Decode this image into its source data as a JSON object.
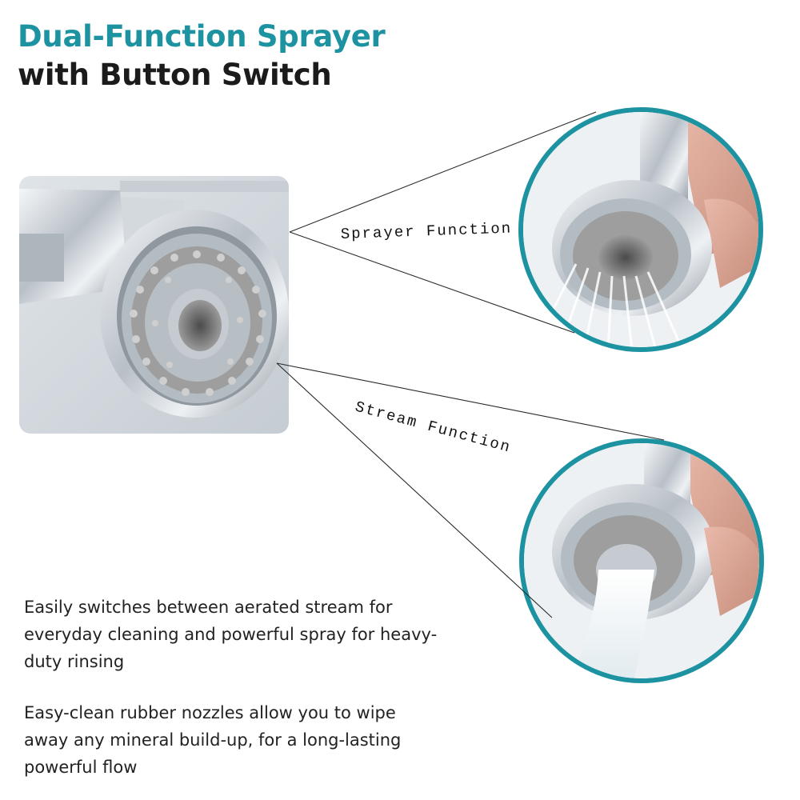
{
  "headline": {
    "line1": "Dual-Function Sprayer",
    "line2": "with Button Switch"
  },
  "callouts": {
    "sprayer": "Sprayer Function",
    "stream": "Stream Function"
  },
  "description": {
    "paragraph1": "Easily switches between aerated stream for everyday cleaning and powerful spray for heavy-duty rinsing",
    "paragraph2": "Easy-clean rubber nozzles allow you to wipe away any mineral build-up, for a long-lasting powerful flow"
  },
  "colors": {
    "accent": "#1d93a2",
    "chrome": "#c9ced4",
    "nozzle_rubber": "#9e9e9e",
    "nozzle_face": "#b3bcc2"
  }
}
